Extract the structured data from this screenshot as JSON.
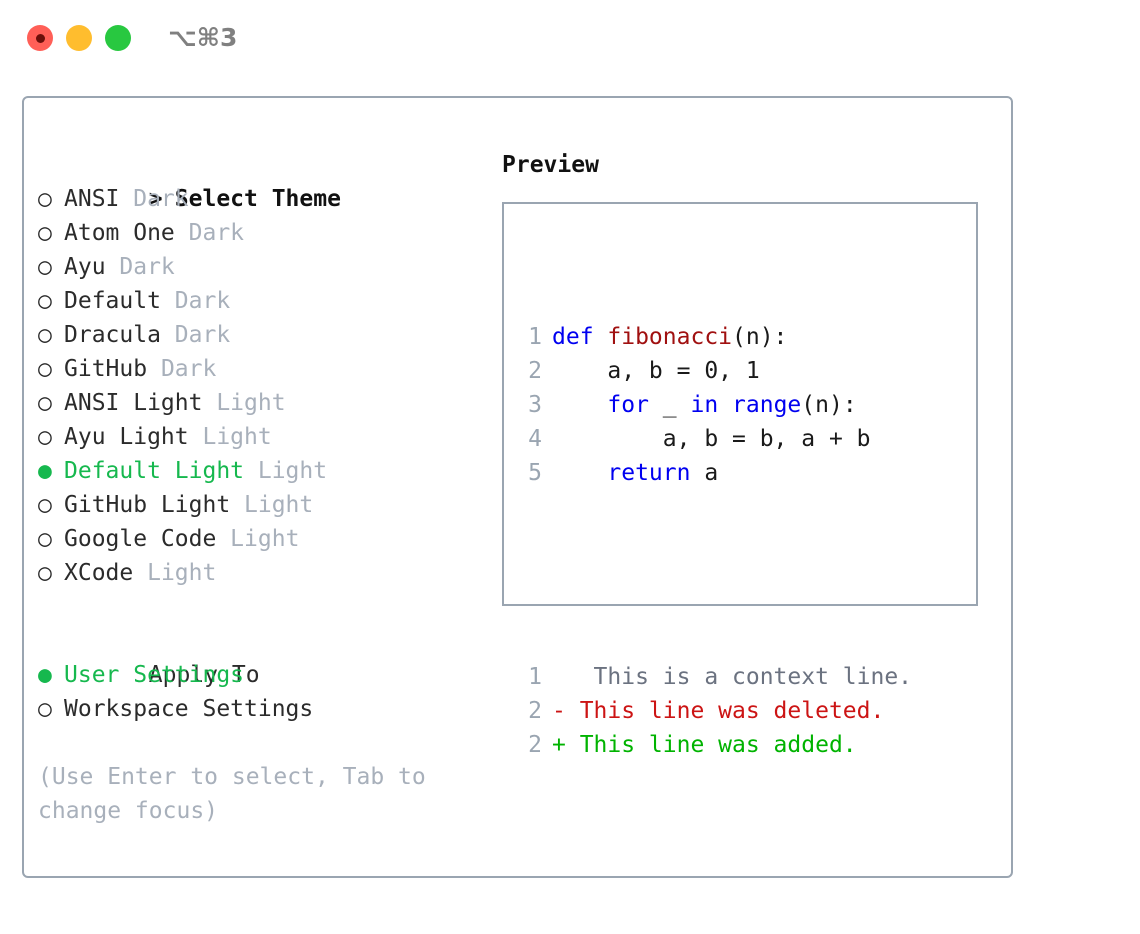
{
  "window": {
    "traffic_lights": [
      {
        "name": "close",
        "color": "#ff5f57"
      },
      {
        "name": "minimize",
        "color": "#ffbd2e"
      },
      {
        "name": "maximize",
        "color": "#28c840"
      }
    ],
    "shortcut": "⌥⌘3"
  },
  "theme_picker": {
    "heading": "Select Theme",
    "heading_marker": ">",
    "marker_selected": "●",
    "marker_unselected": "○",
    "items": [
      {
        "name": "ANSI",
        "variant": "Dark",
        "selected": false
      },
      {
        "name": "Atom One",
        "variant": "Dark",
        "selected": false
      },
      {
        "name": "Ayu",
        "variant": "Dark",
        "selected": false
      },
      {
        "name": "Default",
        "variant": "Dark",
        "selected": false
      },
      {
        "name": "Dracula",
        "variant": "Dark",
        "selected": false
      },
      {
        "name": "GitHub",
        "variant": "Dark",
        "selected": false
      },
      {
        "name": "ANSI Light",
        "variant": "Light",
        "selected": false
      },
      {
        "name": "Ayu Light",
        "variant": "Light",
        "selected": false
      },
      {
        "name": "Default Light",
        "variant": "Light",
        "selected": true
      },
      {
        "name": "GitHub Light",
        "variant": "Light",
        "selected": false
      },
      {
        "name": "Google Code",
        "variant": "Light",
        "selected": false
      },
      {
        "name": "XCode",
        "variant": "Light",
        "selected": false
      }
    ]
  },
  "apply_to": {
    "heading": "Apply To",
    "items": [
      {
        "label": "User Settings",
        "selected": true
      },
      {
        "label": "Workspace Settings",
        "selected": false
      }
    ]
  },
  "hint": "(Use Enter to select, Tab to change focus)",
  "preview": {
    "title": "Preview",
    "code_lines": [
      {
        "num": "1",
        "tokens": [
          {
            "t": "def ",
            "c": "kw"
          },
          {
            "t": "fibonacci",
            "c": "fn"
          },
          {
            "t": "(n):",
            "c": "pl"
          }
        ]
      },
      {
        "num": "2",
        "tokens": [
          {
            "t": "    a, b = 0, 1",
            "c": "pl"
          }
        ]
      },
      {
        "num": "3",
        "tokens": [
          {
            "t": "    ",
            "c": "pl"
          },
          {
            "t": "for",
            "c": "kw"
          },
          {
            "t": " _ ",
            "c": "pl"
          },
          {
            "t": "in",
            "c": "kw"
          },
          {
            "t": " ",
            "c": "pl"
          },
          {
            "t": "range",
            "c": "kw"
          },
          {
            "t": "(n):",
            "c": "pl"
          }
        ]
      },
      {
        "num": "4",
        "tokens": [
          {
            "t": "        a, b = b, a + b",
            "c": "pl"
          }
        ]
      },
      {
        "num": "5",
        "tokens": [
          {
            "t": "    ",
            "c": "pl"
          },
          {
            "t": "return",
            "c": "kw"
          },
          {
            "t": " a",
            "c": "pl"
          }
        ]
      }
    ],
    "diff_lines": [
      {
        "num": "1",
        "sign": " ",
        "text": "  This is a context line.",
        "kind": "ctx"
      },
      {
        "num": "2",
        "sign": "-",
        "text": " This line was deleted.",
        "kind": "del"
      },
      {
        "num": "2",
        "sign": "+",
        "text": " This line was added.",
        "kind": "add"
      }
    ]
  },
  "colors": {
    "accent_green": "#16b84e",
    "muted": "#a8b0bb",
    "border": "#9aa5b1",
    "keyword": "#0000f0",
    "function": "#a01010",
    "diff_delete": "#cc1414",
    "diff_add": "#00b300"
  }
}
